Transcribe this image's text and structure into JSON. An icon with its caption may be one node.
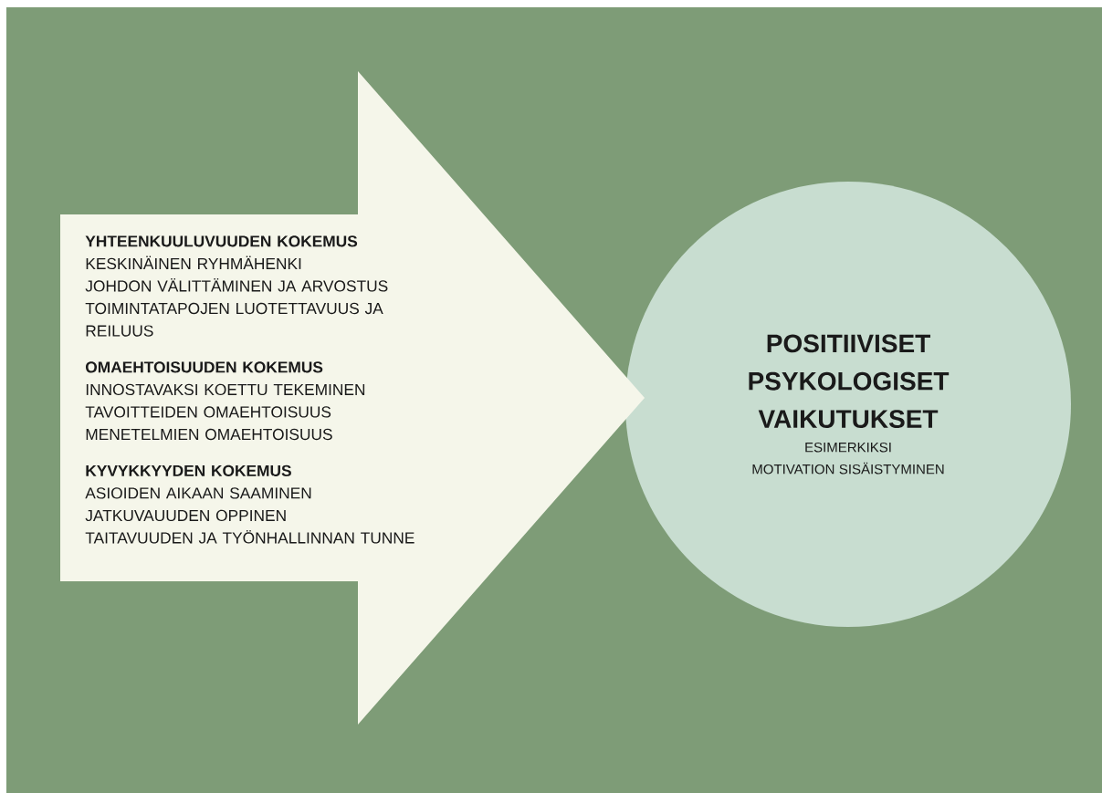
{
  "diagram": {
    "nodes": [
      {
        "text": [
          "YHTEENKUULUVUUDEN KOKEMUS",
          "KESKINÄINEN RYHMÄHENKI",
          "JOHDON VÄLITTÄMINEN JA ARVOSTUS",
          "TOIMINTATAPOJEN LUOTETTAVUUS JA REILUUS",
          "OMAEHTOISUUDEN KOKEMUS",
          "INNOSTAVAKSI KOETTU TEKEMINEN",
          "TAVOITTEIDEN OMAEHTOISUUS",
          "MENETELMIEN OMAEHTOISUUS",
          "KYVYKKYYDEN KOKEMUS",
          "ASIOIDEN AIKAAN SAAMINEN",
          "JATKUVAUUDEN OPPINEN",
          "TAITAVUUDEN JA TYÖNHALLINNAN TUNNE"
        ]
      },
      {
        "text": [
          "POSITIIVISET PSYKOLOGISET VAIKUTUKSET",
          "ESIMERKIKSI",
          "MOTIVATION SISÄISTYMINEN"
        ]
      }
    ]
  }
}
